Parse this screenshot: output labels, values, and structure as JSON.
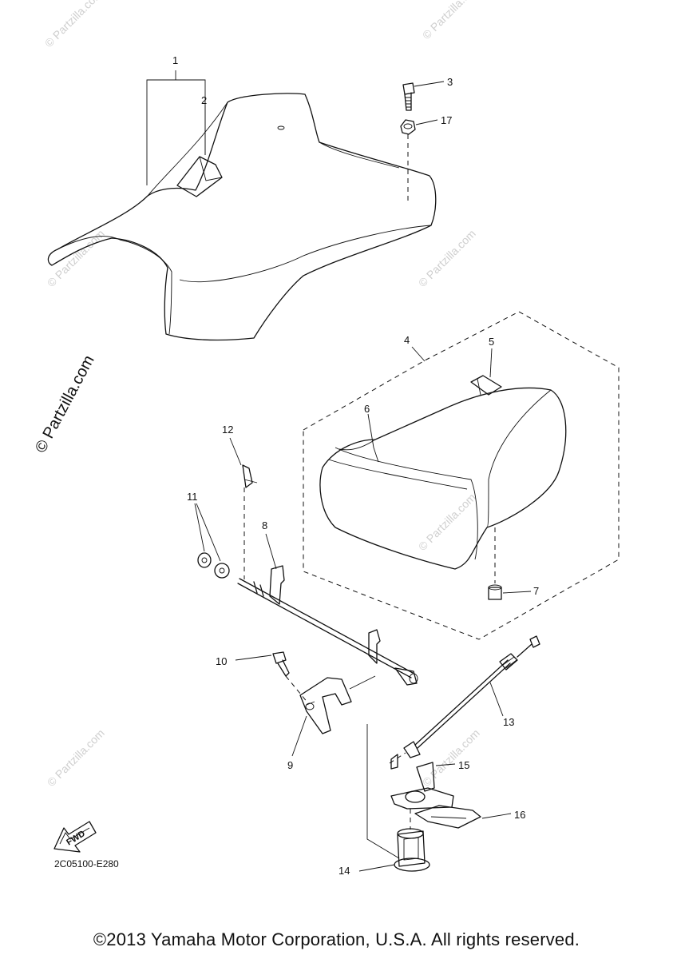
{
  "labels": {
    "p1": "1",
    "p2": "2",
    "p3": "3",
    "p4": "4",
    "p5": "5",
    "p6": "6",
    "p7": "7",
    "p8": "8",
    "p9": "9",
    "p10": "10",
    "p11": "11",
    "p12": "12",
    "p13": "13",
    "p14": "14",
    "p15": "15",
    "p16": "16",
    "p17": "17"
  },
  "fwd_label": "FWD",
  "diagram_code": "2C05100-E280",
  "watermark": "© Partzilla.com",
  "copyright": "©2013 Yamaha Motor Corporation, U.S.A. All rights reserved."
}
